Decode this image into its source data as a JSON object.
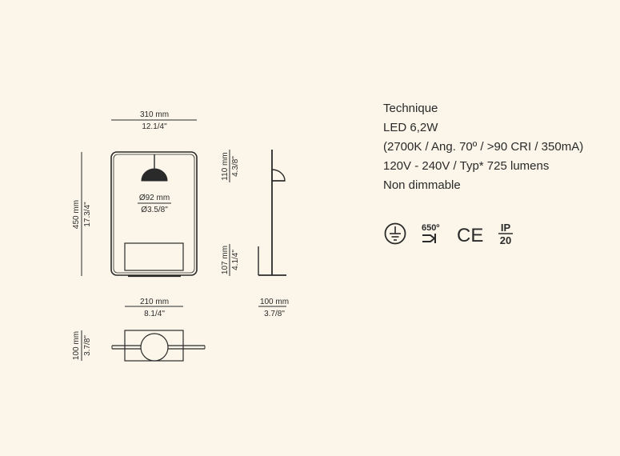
{
  "dimensions": {
    "width_front": {
      "mm": "310 mm",
      "in": "12.1/4\""
    },
    "height_total": {
      "mm": "450 mm",
      "in": "17.3/4\""
    },
    "shade_diameter": {
      "mm": "Ø92 mm",
      "in": "Ø3.5/8\""
    },
    "shade_height": {
      "mm": "110 mm",
      "in": "4.3/8\""
    },
    "base_height": {
      "mm": "107 mm",
      "in": "4.1/4\""
    },
    "base_width": {
      "mm": "210 mm",
      "in": "8.1/4\""
    },
    "depth_side": {
      "mm": "100 mm",
      "in": "3.7/8\""
    },
    "depth_top": {
      "mm": "100 mm",
      "in": "3.7/8\""
    }
  },
  "specs": {
    "title": "Technique",
    "power": "LED 6,2W",
    "details": "(2700K / Ang. 70º / >90 CRI / 350mA)",
    "voltage": "120V - 240V / Typ* 725 lumens",
    "dimming": "Non dimmable"
  },
  "certifications": {
    "glow_wire": "650º",
    "ce": "CE",
    "ip_top": "IP",
    "ip_bottom": "20"
  },
  "colors": {
    "background": "#fbf6e9",
    "line": "#2a2a2a"
  }
}
